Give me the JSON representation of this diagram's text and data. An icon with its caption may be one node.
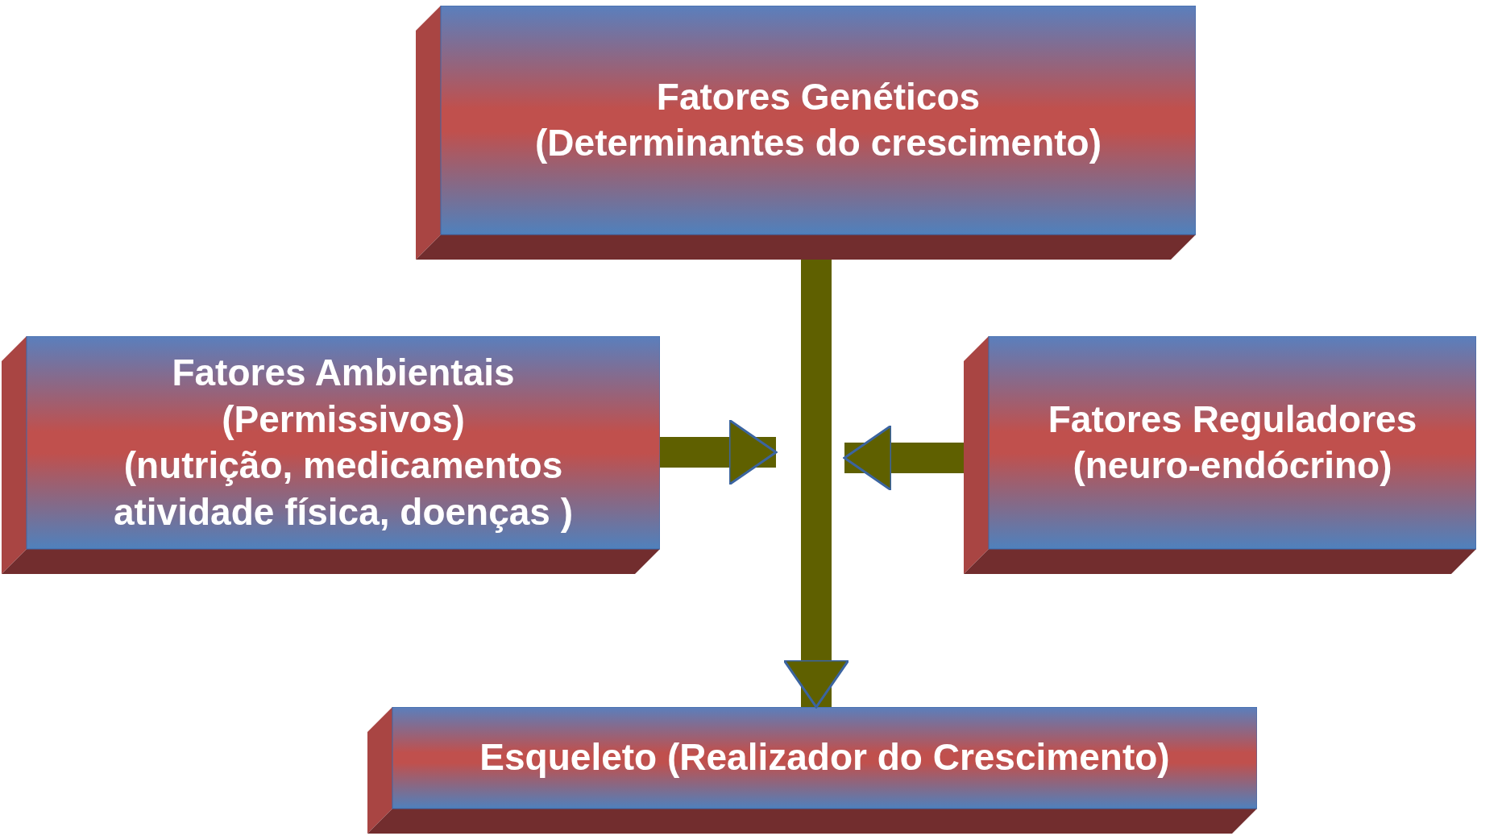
{
  "diagram": {
    "nodes": [
      {
        "text": [
          "Fatores Genéticos",
          "(Determinantes do crescimento)"
        ]
      },
      {
        "text": [
          "Fatores Ambientais",
          "(Permissivos)",
          "(nutrição, medicamentos atividade física, doenças )"
        ]
      },
      {
        "text": [
          "Fatores Reguladores",
          "(neuro-endócrino)"
        ]
      },
      {
        "text": [
          "Esqueleto (Realizador do Crescimento)"
        ]
      }
    ],
    "edges": [
      {
        "from": 0,
        "to": 3,
        "arrow": "to"
      },
      {
        "from": 1,
        "to": null,
        "arrow": "to"
      },
      {
        "from": 2,
        "to": null,
        "arrow": "to"
      }
    ]
  }
}
